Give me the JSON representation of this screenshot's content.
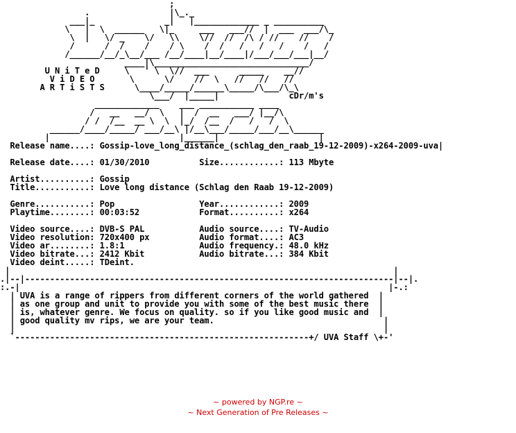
{
  "nfo": {
    "text": "                                  ;\n                 .                |\\_._\n              ___|_              _|   |_____________ _ __________\n             \\   |  \\  ______   \\|_     ___   ___//  |  ___  ___/\\_\n              \\  |   \\/ _    \\/   \\\\    \\//  //  /\\ / //    //    /\n              /      /  /    /    / \\    /  /   /   /   /    /   /\n             /______/__/_\\__/___ /__/____|__/____|/___/___/___|__/\n                         ____|\\_______________________________/\n         U N i T e D     \\   ' \\  \\//  ___      _____    __//\n          V i D E O       \\      \\/    //  \\   //   //   //\n        A R T i S T S      \\____/_____/______\\_____/\\___/\\_\\\n                              \\___/  |_____|              cDr/m's\n                   _____________    ___ ___________ ____\n                  /   __   __/  \\   |  /  __   ___/ |__/\\\n                 / /  /__  __ \\  \\  |_/  /__  /   /   /  \\\n          ______/____/_____/ ___/__\\ |/__\\___/_____/___/__\\______\n         |                          |______|                    |\n  Release name....: Gossip-love_long_distance_(schlag_den_raab_19-12-2009)-x264-2009-uva|\n\n  Release date....: 01/30/2010          Size............: 113 Mbyte\n\n  Artist..........: Gossip\n  Title...........: Love long distance (Schlag den Raab 19-12-2009)\n\n  Genre...........: Pop                 Year............: 2009\n  Playtime........: 00:03:52            Format..........: x264\n\n  Video source....: DVB-S PAL           Audio source....: TV-Audio\n  Video resolution: 720x400 px          Audio format....: AC3\n  Video ar........: 1.8:1               Audio frequency.: 48.0 kHz\n  Video bitrate...: 2412 Kbit           Audio bitrate...: 384 Kbit\n  Video deint.....: TDeint.\n |                                                                             |\n.|--|--------------------------------------------------------------------------|--|.\n:.-|                                                                          |-.:\n  | UVA is a range of rippers from different corners of the world gathered  |\n  | as one group and unit to provide you with some of the best music there  |\n  | is, whatever genre. We focus on quality. so if you like good music and  |\n  | good quality mv rips, we are your team.                                  |\n  |                                                                          |\n  `-----------------------------------------------------------+/ UVA Staff \\+-'"
  },
  "footer": {
    "line1": "~ powered by NGP.re ~",
    "line2": "~ Next Generation of Pre Releases ~"
  }
}
